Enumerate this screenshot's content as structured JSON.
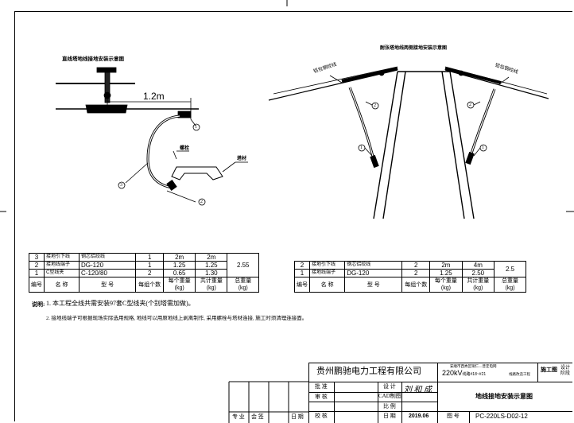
{
  "left_diagram": {
    "title": "直线塔地线接地安装示意图",
    "dimension": "1.2m",
    "callout_1": "1",
    "callout_2": "2",
    "callout_3": "3",
    "label_bolt": "螺栓",
    "label_tower": "塔材"
  },
  "right_diagram": {
    "title": "耐张塔地线两侧接地安装示意图",
    "label_left_strand": "铝包钢绞线",
    "label_right_strand": "铝包钢绞线",
    "callout_1_left": "1",
    "callout_1_right": "1",
    "callout_2_left": "2",
    "callout_2_right": "2"
  },
  "left_bom": {
    "rows": [
      {
        "no": "3",
        "name": "接地引下线",
        "spec": "钢芯铝绞线",
        "qty": "1",
        "unit_w": "2m",
        "total_w": "2m"
      },
      {
        "no": "2",
        "name": "接地线端子",
        "spec": "DG-120",
        "qty": "1",
        "unit_w": "1.25",
        "total_w": "1.25"
      },
      {
        "no": "1",
        "name": "C型线夹",
        "spec": "C-120/80",
        "qty": "2",
        "unit_w": "0.65",
        "total_w": "1.30"
      }
    ],
    "total": "2.55",
    "header": {
      "no": "编号",
      "name": "名    称",
      "spec": "型          号",
      "qty": "每组个数",
      "unit_w": "每个重量",
      "unit_w_unit": "(kg)",
      "total_w": "共计重量",
      "total_w_unit": "(kg)",
      "sum": "总重量",
      "sum_unit": "(kg)"
    }
  },
  "right_bom": {
    "rows": [
      {
        "no": "2",
        "name": "接地引下线",
        "spec": "钢芯铝绞线",
        "qty": "2",
        "unit_w": "2m",
        "total_w": "4m"
      },
      {
        "no": "1",
        "name": "接地线端子",
        "spec": "DG-120",
        "qty": "2",
        "unit_w": "1.25",
        "total_w": "2.50"
      }
    ],
    "total": "2.5",
    "header": {
      "no": "编号",
      "name": "名    称",
      "spec": "型          号",
      "qty": "每组个数",
      "unit_w": "每个重量",
      "unit_w_unit": "(kg)",
      "total_w": "共计重量",
      "total_w_unit": "(kg)",
      "sum": "总重量",
      "sum_unit": "(kg)"
    }
  },
  "notes": {
    "label": "说明:",
    "line1": "1. 本工程全线共需安装97套C型线夹(个别塔需加做)。",
    "line2": "2. 接地线端子可根据现场实际选用规格, 地线可以用原地线上剥离制作, 采用螺栓与塔材连接, 施工时须清理连接面。"
  },
  "title_block": {
    "company": "贵州鹏驰电力工程有限公司",
    "project_line1": "安顺市西秀区铜仁—普定电网",
    "project_line2": "220kV",
    "project_line2b": "线路#18~#21",
    "project_line3": "线路改造工程",
    "stage": "施工图",
    "discipline": "设计 阶段",
    "drawing_name": "地线接地安装示意图",
    "approve": "批 准",
    "review": "审 核",
    "check": "校 核",
    "design": "设 计",
    "cad": "CAD制图",
    "scale": "比 例",
    "date_label": "日 期",
    "date": "2019.06",
    "drawing_no_label": "图 号",
    "drawing_no": "PC-220LS-D02-12",
    "bottom_prof": "专 业",
    "bottom_sign": "会 签",
    "bottom_date": "日 期",
    "sig_designer": "刘 和 成"
  }
}
